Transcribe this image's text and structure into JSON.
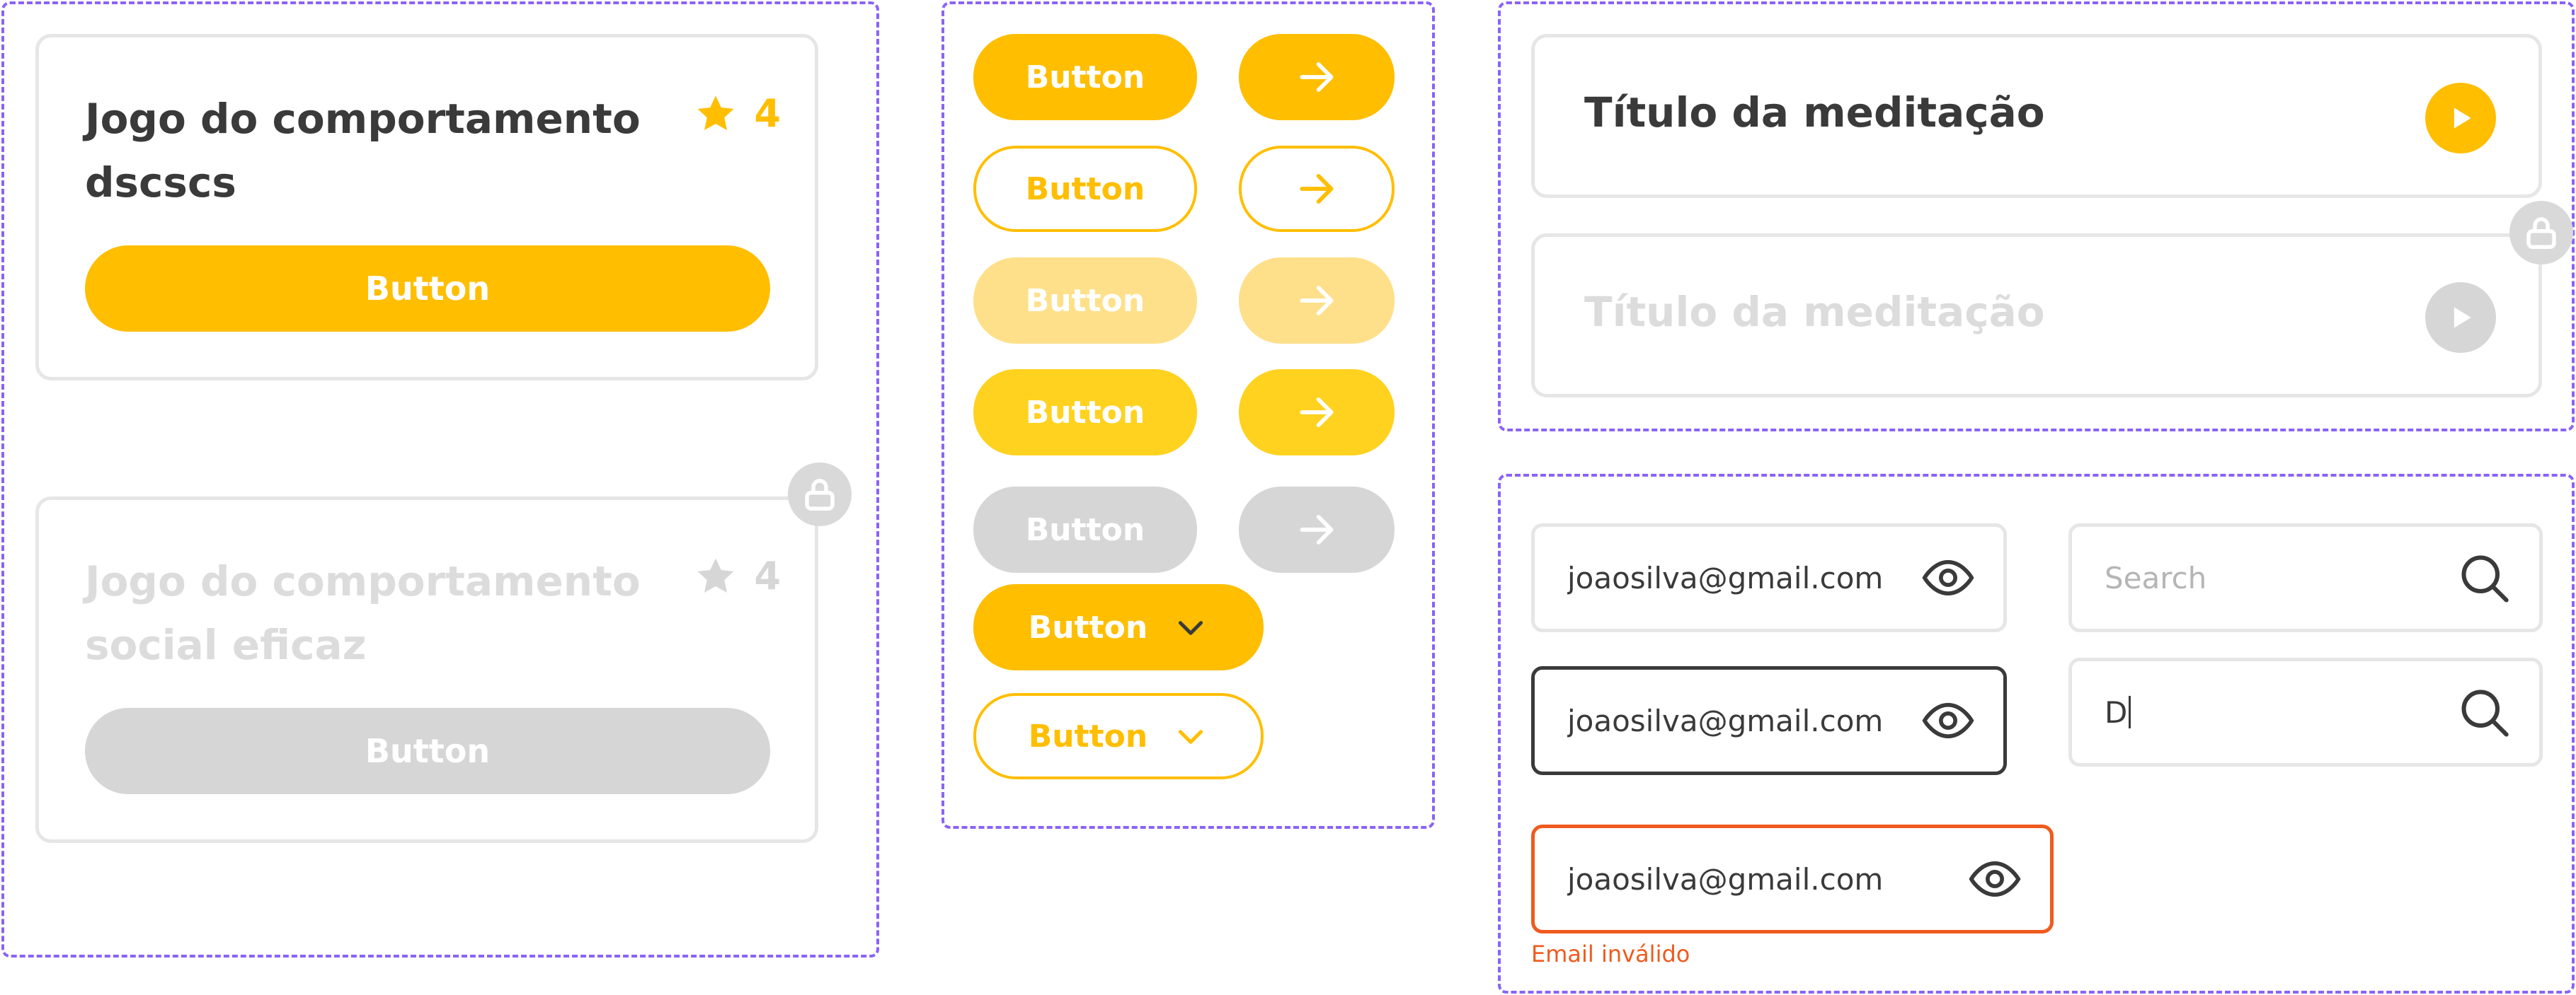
{
  "colors": {
    "primary": "#ffbe00",
    "primary_light": "#ffe08a",
    "primary_hover": "#ffd21f",
    "disabled": "#d6d6d6",
    "border": "#e6e6e6",
    "text": "#3a3a3a",
    "error": "#f05a1e",
    "frame_dash": "#8a63f5"
  },
  "cards": [
    {
      "title": "Jogo do comportamento dscscs",
      "rating": "4",
      "button_label": "Button",
      "state": "active"
    },
    {
      "title": "Jogo do comportamento social eficaz",
      "rating": "4",
      "button_label": "Button",
      "state": "locked"
    }
  ],
  "buttons": {
    "rows": [
      {
        "label": "Button",
        "variant": "primary"
      },
      {
        "label": "Button",
        "variant": "outline"
      },
      {
        "label": "Button",
        "variant": "light"
      },
      {
        "label": "Button",
        "variant": "hover"
      },
      {
        "label": "Button",
        "variant": "disabled"
      }
    ],
    "dropdowns": [
      {
        "label": "Button",
        "variant": "primary"
      },
      {
        "label": "Button",
        "variant": "outline"
      }
    ],
    "arrow_icon": "arrow-right-icon",
    "dropdown_icon": "chevron-down-icon"
  },
  "meditation": [
    {
      "title": "Título da meditação",
      "state": "active"
    },
    {
      "title": "Título da meditação",
      "state": "locked"
    }
  ],
  "inputs": {
    "email_default": {
      "value": "joaosilva@gmail.com"
    },
    "email_focused": {
      "value": "joaosilva@gmail.com"
    },
    "email_error": {
      "value": "joaosilva@gmail.com",
      "error": "Email inválido"
    },
    "search_empty": {
      "placeholder": "Search"
    },
    "search_typing": {
      "value": "D"
    }
  }
}
